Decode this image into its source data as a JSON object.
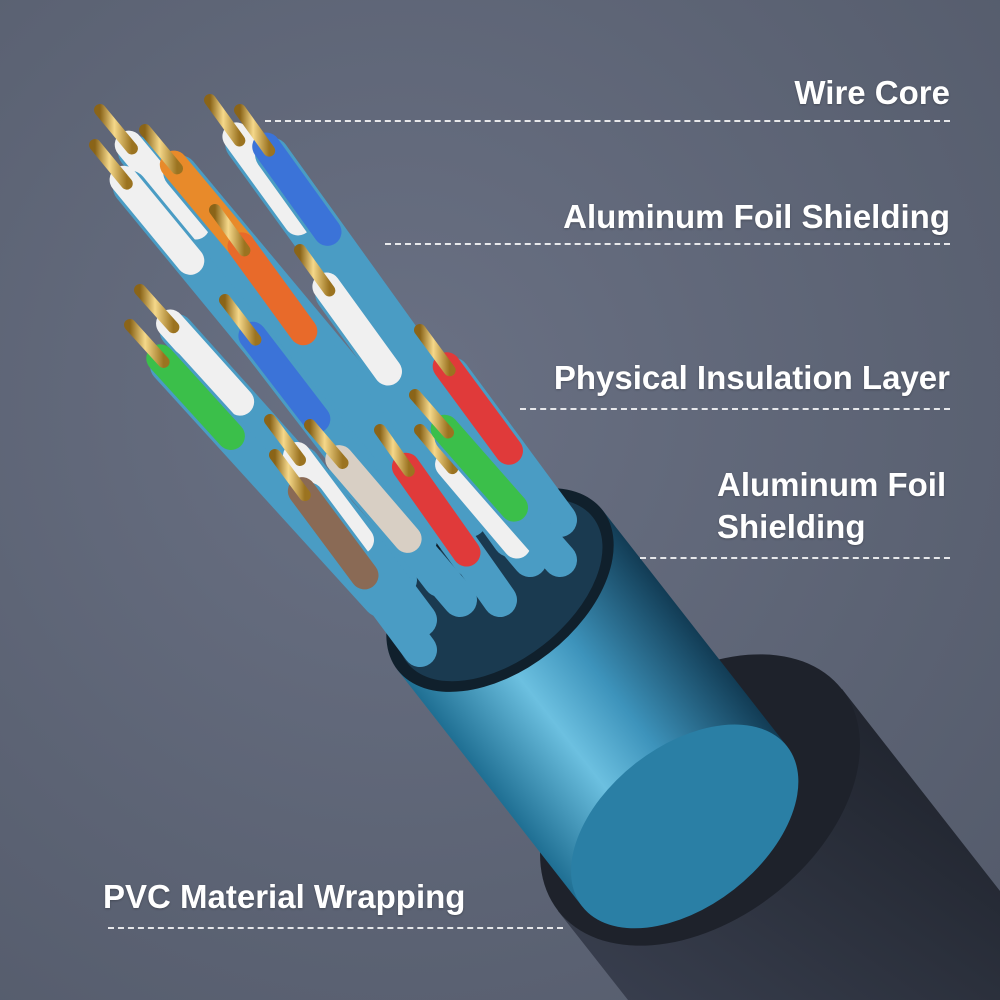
{
  "labels": {
    "wire_core": "Wire Core",
    "foil_shielding_top": "Aluminum Foil Shielding",
    "insulation": "Physical Insulation Layer",
    "foil_shielding_line1": "Aluminum Foil",
    "foil_shielding_line2": "Shielding",
    "pvc": "PVC Material Wrapping"
  },
  "colors": {
    "background": "#5f6678",
    "shield": "#4fa3c7",
    "jacket": "#2e3340",
    "gold": "#d4a73a"
  }
}
